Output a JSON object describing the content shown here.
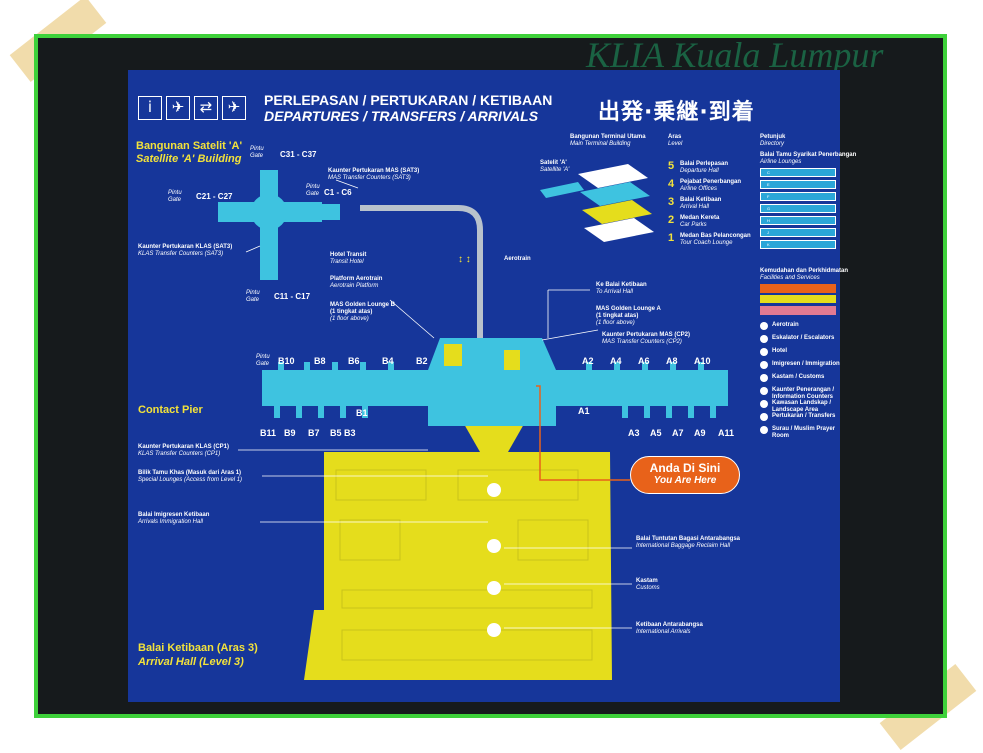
{
  "watermark": "KLIA Kuala Lumpur",
  "header": {
    "title_ms": "PERLEPASAN / PERTUKARAN / KETIBAAN",
    "title_en": "DEPARTURES / TRANSFERS / ARRIVALS",
    "title_zh": "出発·乗継·到着",
    "icons": [
      "info-icon",
      "departure-plane-icon",
      "transfer-icon",
      "arrival-plane-icon"
    ]
  },
  "satellite": {
    "name_ms": "Bangunan Satelit 'A'",
    "name_en": "Satellite 'A' Building",
    "gate_word": "Pintu",
    "gate_word_en": "Gate",
    "gates_c31": "C31 - C37",
    "gates_c21": "C21 - C27",
    "gates_c1": "C1 - C6",
    "gates_c11": "C11 - C17",
    "mas_sat3_ms": "Kaunter Pertukaran MAS (SAT3)",
    "mas_sat3_en": "MAS Transfer Counters (SAT3)",
    "klas_sat3_ms": "Kaunter Pertukaran KLAS (SAT3)",
    "klas_sat3_en": "KLAS Transfer Counters (SAT3)",
    "hotel_ms": "Hotel Transit",
    "hotel_en": "Transit Hotel",
    "aerotrain_platform_ms": "Platform Aerotrain",
    "aerotrain_platform_en": "Aerotrain Platform",
    "aerotrain": "Aerotrain",
    "lounge_b": "MAS Golden Lounge B",
    "lounge_b_note": "(1 tingkat atas)",
    "lounge_b_note_en": "(1 floor above)"
  },
  "terminal": {
    "main_ms": "Bangunan Terminal Utama",
    "main_en": "Main Terminal Building",
    "satellite_ms": "Satelit 'A'",
    "satellite_en": "Satellite 'A'",
    "level_ms": "Aras",
    "level_en": "Level",
    "levels": [
      {
        "num": "5",
        "ms": "Balai Perlepasan",
        "en": "Departure Hall"
      },
      {
        "num": "4",
        "ms": "Pejabat Penerbangan",
        "en": "Airline Offices"
      },
      {
        "num": "3",
        "ms": "Balai Ketibaan",
        "en": "Arrival Hall"
      },
      {
        "num": "2",
        "ms": "Medan Kereta",
        "en": "Car Parks"
      },
      {
        "num": "1",
        "ms": "Medan Bas Pelancongan",
        "en": "Tour Coach Lounge"
      }
    ]
  },
  "directory": {
    "title_ms": "Petunjuk",
    "title_en": "Directory",
    "lounges_ms": "Balai Tamu Syarikat Penerbangan",
    "lounges_en": "Airline Lounges",
    "rows": [
      "C",
      "E",
      "F",
      "G",
      "H",
      "J",
      "K"
    ],
    "facilities_ms": "Kemudahan dan Perkhidmatan",
    "facilities_en": "Facilities and Services",
    "facilities": [
      "Aerotrain",
      "Eskalator / Escalators",
      "Hotel",
      "Imigresen / Immigration",
      "Kastam / Customs",
      "Kaunter Penerangan / Information Counters",
      "Kawasan Landskap / Landscape Area",
      "Pertukaran / Transfers",
      "Surau / Muslim Prayer Room"
    ]
  },
  "pier": {
    "name": "Contact Pier",
    "gate_word": "Pintu",
    "gate_word_en": "Gate",
    "top_b": [
      "B10",
      "B8",
      "B6",
      "B4",
      "B2"
    ],
    "bottom_b": [
      "B11",
      "B9",
      "B7",
      "B5",
      "B3"
    ],
    "b1": "B1",
    "top_a": [
      "A2",
      "A4",
      "A6",
      "A8",
      "A10"
    ],
    "bottom_a": [
      "A3",
      "A5",
      "A7",
      "A9",
      "A11"
    ],
    "a1": "A1",
    "arrival_link_ms": "Ke Balai Ketibaan",
    "arrival_link_en": "To Arrival Hall",
    "lounge_a": "MAS Golden Lounge A",
    "lounge_a_note": "(1 tingkat atas)",
    "lounge_a_note_en": "(1 floor above)",
    "mas_cp2_ms": "Kaunter Pertukaran MAS (CP2)",
    "mas_cp2_en": "MAS Transfer Counters (CP2)",
    "klas_cp1_ms": "Kaunter Pertukaran KLAS (CP1)",
    "klas_cp1_en": "KLAS Transfer Counters (CP1)"
  },
  "arrival": {
    "special_ms": "Bilik Tamu Khas (Masuk dari Aras 1)",
    "special_en": "Special Lounges (Access from Level 1)",
    "immigration_ms": "Balai Imigresen Ketibaan",
    "immigration_en": "Arrivals Immigration Hall",
    "baggage_ms": "Balai Tuntutan Bagasi Antarabangsa",
    "baggage_en": "International Baggage Reclaim Hall",
    "customs_ms": "Kastam",
    "customs_en": "Customs",
    "intl_ms": "Ketibaan Antarabangsa",
    "intl_en": "International Arrivals",
    "hall_ms": "Balai Ketibaan (Aras 3)",
    "hall_en": "Arrival Hall (Level 3)"
  },
  "you_are_here": {
    "ms": "Anda Di Sini",
    "en": "You Are Here"
  },
  "colors": {
    "board": "#16369a",
    "pier": "#3ec3e0",
    "arrival_hall": "#e5dd1c",
    "you_are_here": "#e8621a",
    "frame_border": "#3ed13a",
    "heading_yellow": "#f2e23b"
  }
}
